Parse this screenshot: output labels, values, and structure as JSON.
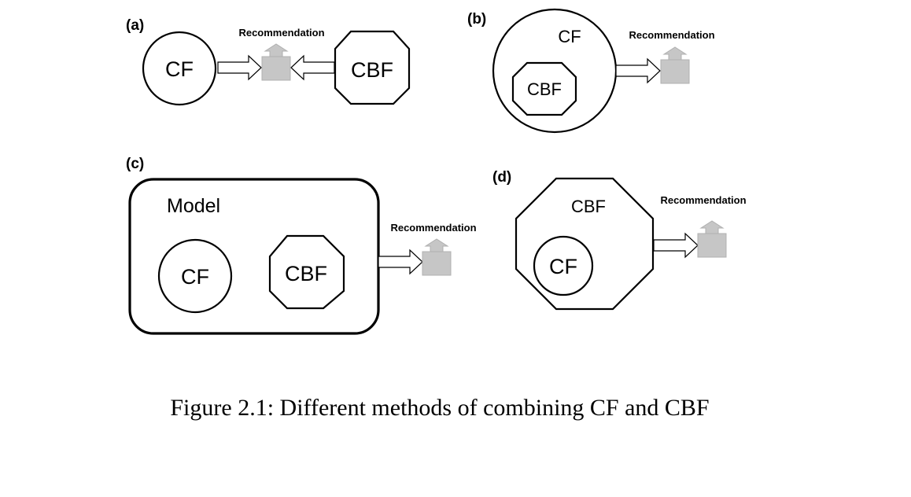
{
  "panels": {
    "a": {
      "label": "(a)",
      "recommendation": "Recommendation",
      "cf": "CF",
      "cbf": "CBF"
    },
    "b": {
      "label": "(b)",
      "recommendation": "Recommendation",
      "cf": "CF",
      "cbf": "CBF"
    },
    "c": {
      "label": "(c)",
      "recommendation": "Recommendation",
      "model": "Model",
      "cf": "CF",
      "cbf": "CBF"
    },
    "d": {
      "label": "(d)",
      "recommendation": "Recommendation",
      "cf": "CF",
      "cbf": "CBF"
    }
  },
  "caption": "Figure 2.1: Different methods of combining CF and CBF",
  "colors": {
    "item": "#c6c6c6",
    "stroke": "#000000"
  }
}
